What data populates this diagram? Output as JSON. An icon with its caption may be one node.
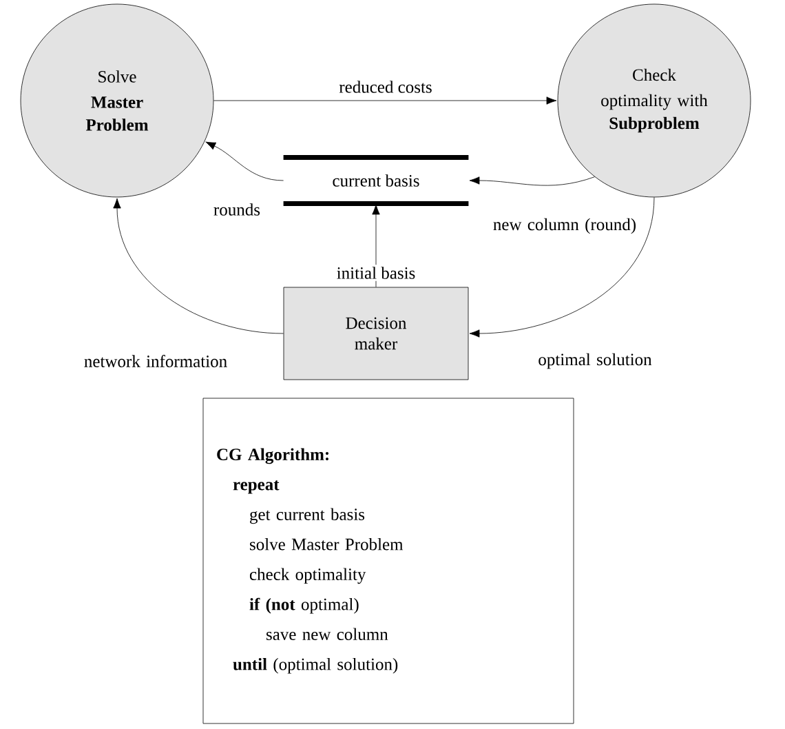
{
  "diagram": {
    "nodes": [
      {
        "text": [
          "Solve",
          "Master Problem"
        ]
      },
      {
        "text": [
          "Check",
          "optimality with **Subproblem**"
        ]
      },
      {
        "text": [
          "current basis"
        ]
      },
      {
        "text": [
          "Decision maker"
        ]
      },
      {
        "text": [
          "CG Algorithm:",
          "repeat",
          "get current basis",
          "solve Master Problem",
          "check optimality",
          "**if (not** optimal)",
          "save new column",
          "**until** (optimal solution)"
        ]
      }
    ],
    "edges": [
      {
        "from": 0,
        "to": 1,
        "arrow": "to",
        "label": "reduced costs"
      },
      {
        "from": 2,
        "to": 0,
        "arrow": "to",
        "label": "rounds"
      },
      {
        "from": 1,
        "to": 2,
        "arrow": "to",
        "label": "new column (round)"
      },
      {
        "from": 3,
        "to": 2,
        "arrow": "to",
        "label": "initial basis"
      },
      {
        "from": 3,
        "to": 0,
        "arrow": "to",
        "label": "network information"
      },
      {
        "from": 1,
        "to": 3,
        "arrow": "to",
        "label": "optimal solution"
      }
    ]
  }
}
